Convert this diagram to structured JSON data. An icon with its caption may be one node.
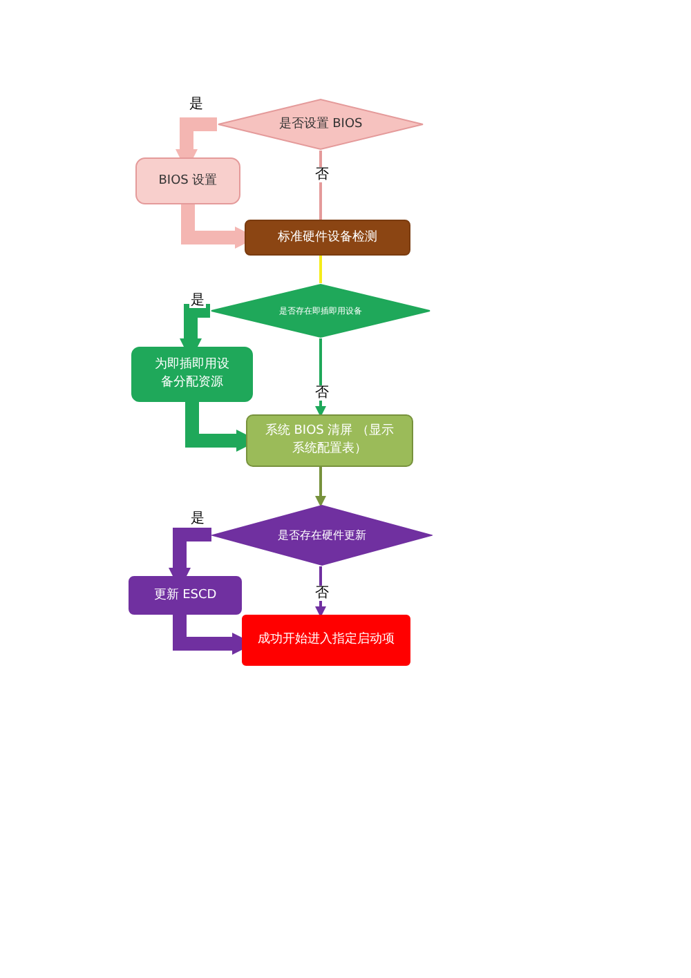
{
  "diagram": {
    "nodes": [
      {
        "text": [
          "是否设置 BIOS"
        ]
      },
      {
        "text": [
          "BIOS 设置"
        ]
      },
      {
        "text": [
          "标准硬件设备检测"
        ]
      },
      {
        "text": [
          "是否存在即插即用设备"
        ]
      },
      {
        "text": [
          "为即插即用设备分配资源"
        ]
      },
      {
        "text": [
          "系统 BIOS 清屏 （显示系统配置表）"
        ]
      },
      {
        "text": [
          "是否存在硬件更新"
        ]
      },
      {
        "text": [
          "更新 ESCD"
        ]
      },
      {
        "text": [
          "成功开始进入指定启动项"
        ]
      }
    ],
    "edges": [
      {
        "from": 0,
        "to": 1,
        "arrow": "to",
        "label": "是",
        "color": "#f4b6b2"
      },
      {
        "from": 0,
        "to": 2,
        "arrow": "none",
        "label": "否",
        "color": "#e49a9a"
      },
      {
        "from": 1,
        "to": 2,
        "arrow": "to",
        "color": "#f4b6b2"
      },
      {
        "from": 2,
        "to": 3,
        "arrow": "none",
        "color": "#f5ec1a"
      },
      {
        "from": 3,
        "to": 4,
        "arrow": "to",
        "label": "是",
        "color": "#1fa85a"
      },
      {
        "from": 3,
        "to": 5,
        "arrow": "to",
        "label": "否",
        "color": "#1fa85a"
      },
      {
        "from": 4,
        "to": 5,
        "arrow": "to",
        "color": "#1fa85a"
      },
      {
        "from": 5,
        "to": 6,
        "arrow": "to",
        "color": "#77923c"
      },
      {
        "from": 6,
        "to": 7,
        "arrow": "to",
        "label": "是",
        "color": "#7030a0"
      },
      {
        "from": 6,
        "to": 8,
        "arrow": "to",
        "label": "否",
        "color": "#7030a0"
      },
      {
        "from": 7,
        "to": 8,
        "arrow": "to",
        "color": "#7030a0"
      }
    ]
  }
}
